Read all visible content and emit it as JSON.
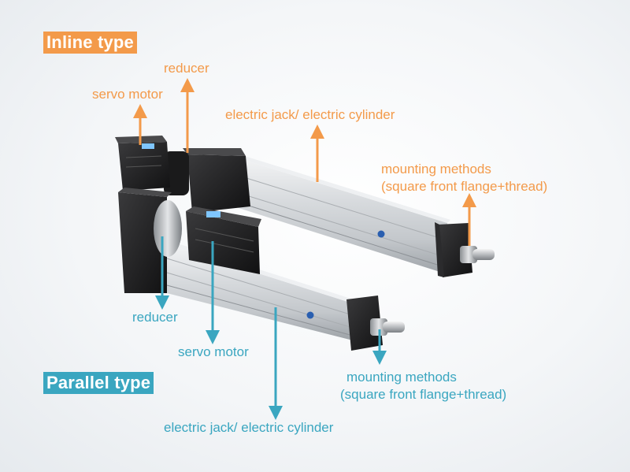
{
  "colors": {
    "inline_accent": "#f39a4a",
    "parallel_accent": "#3aa6c0",
    "badge_inline_bg": "#f39a4a",
    "badge_parallel_bg": "#3aa6c0"
  },
  "inline": {
    "title": "Inline type",
    "labels": {
      "reducer": "reducer",
      "servo_motor": "servo motor",
      "cylinder": "electric jack/ electric cylinder",
      "mounting_1": "mounting methods",
      "mounting_2": "(square front flange+thread)"
    }
  },
  "parallel": {
    "title": "Parallel type",
    "labels": {
      "reducer": "reducer",
      "servo_motor": "servo motor",
      "cylinder": "electric jack/ electric cylinder",
      "mounting_1": "mounting methods",
      "mounting_2": "(square front flange+thread)"
    }
  }
}
